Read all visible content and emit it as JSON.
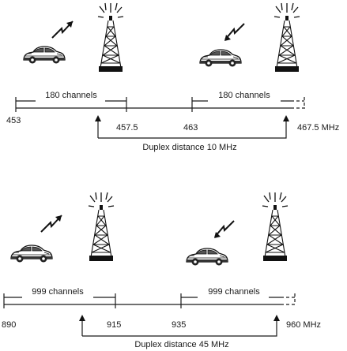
{
  "diagram_450": {
    "left_band_label": "180 channels",
    "right_band_label": "180 channels",
    "ticks": [
      "453",
      "457.5",
      "463",
      "467.5 MHz"
    ],
    "duplex_label": "Duplex distance 10 MHz"
  },
  "diagram_900": {
    "left_band_label": "999 channels",
    "right_band_label": "999 channels",
    "ticks": [
      "890",
      "915",
      "935",
      "960 MHz"
    ],
    "duplex_label": "Duplex distance 45 MHz"
  },
  "icons": [
    "car-icon",
    "radio-tower-icon",
    "lightning-arrow-icon"
  ]
}
